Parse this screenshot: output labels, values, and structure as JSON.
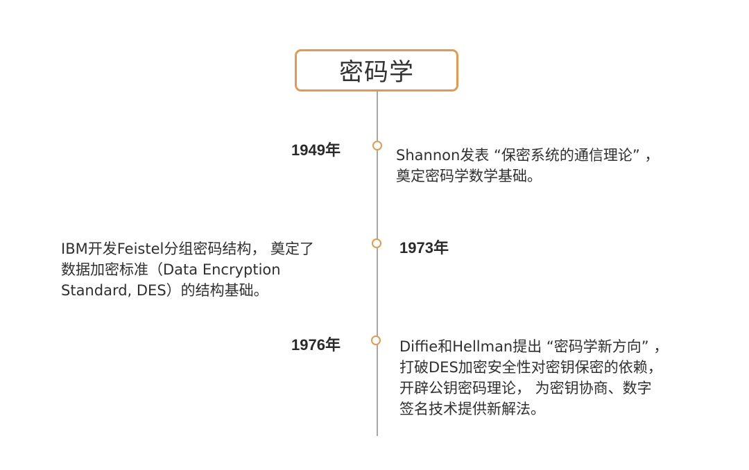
{
  "title": "密码学",
  "events": [
    {
      "year": "1949年",
      "lines": [
        "Shannon发表 “保密系统的通信理论” ，",
        "奠定密码学数学基础。"
      ]
    },
    {
      "year": "1973年",
      "lines": [
        "IBM开发Feistel分组密码结构， 奠定了",
        "数据加密标准（Data Encryption",
        "Standard, DES）的结构基础。"
      ]
    },
    {
      "year": "1976年",
      "lines": [
        "Diffie和Hellman提出 “密码学新方向” ，",
        "打破DES加密安全性对密钥保密的依赖，",
        "开辟公钥密码理论， 为密钥协商、数字",
        "签名技术提供新解法。"
      ]
    }
  ],
  "colors": {
    "accent": "#e39a4e",
    "axis": "#a8a8a8",
    "text": "#2f2f2f"
  }
}
